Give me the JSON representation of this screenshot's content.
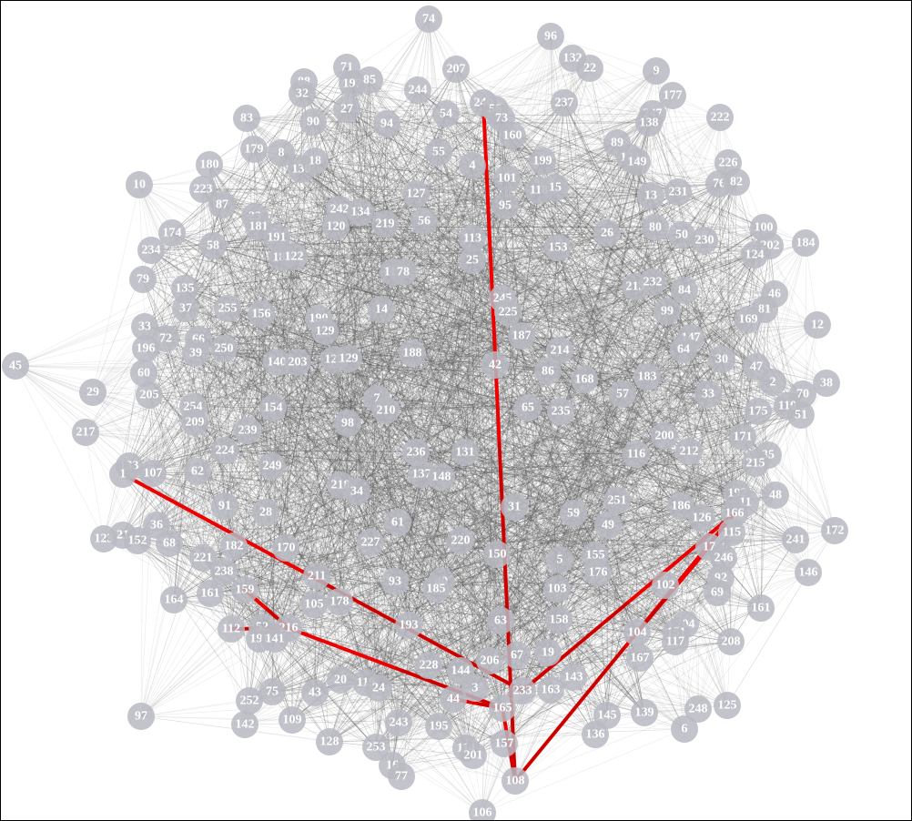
{
  "graph": {
    "node_fill": "#b9bac2",
    "node_label_color": "#ffffff",
    "edge_color": "#555555",
    "highlight_color": "#ee0000",
    "highlight_dark": "#990000",
    "nodes": [
      "74",
      "96",
      "132",
      "22",
      "9",
      "177",
      "247",
      "138",
      "222",
      "207",
      "244",
      "240",
      "56",
      "73",
      "237",
      "71",
      "197",
      "85",
      "88",
      "32",
      "27",
      "90",
      "94",
      "54",
      "160",
      "83",
      "179",
      "8",
      "130",
      "18",
      "55",
      "4",
      "101",
      "199",
      "118",
      "15",
      "89",
      "172",
      "149",
      "226",
      "76",
      "82",
      "10",
      "180",
      "223",
      "87",
      "23",
      "181",
      "191",
      "242",
      "134",
      "120",
      "219",
      "127",
      "56b",
      "95",
      "113",
      "153",
      "26",
      "80",
      "50",
      "230",
      "13",
      "231",
      "100",
      "202",
      "124",
      "184",
      "174",
      "234",
      "58",
      "189",
      "122",
      "25",
      "117",
      "78",
      "245",
      "225",
      "213",
      "232",
      "84",
      "46",
      "79",
      "135",
      "37",
      "255",
      "156",
      "190",
      "129",
      "14",
      "187",
      "99",
      "81",
      "169",
      "12",
      "33",
      "72",
      "66",
      "39",
      "250",
      "140",
      "203",
      "122b",
      "129b",
      "188",
      "42",
      "214",
      "86",
      "168",
      "147",
      "64",
      "30",
      "47",
      "45",
      "196",
      "60",
      "2",
      "38",
      "29",
      "205",
      "57",
      "183",
      "33b",
      "70",
      "110",
      "51",
      "217",
      "254",
      "209",
      "154",
      "7",
      "210",
      "98",
      "65",
      "235",
      "175",
      "239",
      "224",
      "249",
      "236",
      "131",
      "116",
      "200",
      "212",
      "171",
      "35",
      "215",
      "133",
      "1",
      "107",
      "62",
      "218",
      "34",
      "137",
      "148",
      "31",
      "251",
      "186",
      "192",
      "11",
      "48",
      "91",
      "28",
      "61",
      "59",
      "49",
      "126",
      "166",
      "115",
      "241",
      "172b",
      "123",
      "21",
      "152",
      "36",
      "68",
      "182",
      "170",
      "227",
      "220",
      "150",
      "5",
      "155",
      "17",
      "246",
      "146",
      "221",
      "238",
      "211",
      "93",
      "40",
      "185",
      "176",
      "103",
      "102",
      "92",
      "69",
      "161",
      "164",
      "161b",
      "159",
      "105",
      "178",
      "193",
      "63",
      "158",
      "204",
      "151",
      "117b",
      "208",
      "112",
      "52",
      "216",
      "191b",
      "141",
      "228",
      "144",
      "206",
      "67",
      "19",
      "143",
      "104",
      "167",
      "20",
      "119",
      "24",
      "3",
      "233",
      "163",
      "75",
      "43",
      "44",
      "165",
      "145",
      "139",
      "248",
      "125",
      "97",
      "252",
      "142",
      "109",
      "243",
      "195",
      "128",
      "253",
      "114",
      "157",
      "136",
      "6",
      "16",
      "77",
      "201",
      "108",
      "106"
    ]
  }
}
